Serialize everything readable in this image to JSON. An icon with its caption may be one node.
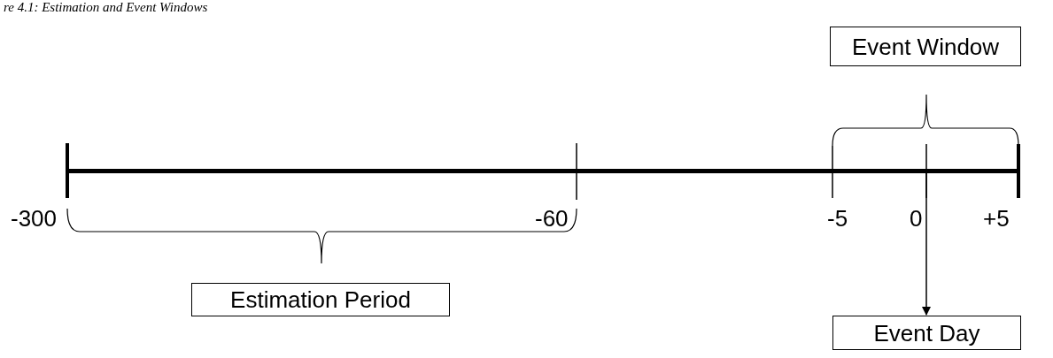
{
  "diagram": {
    "title": "re 4.1: Estimation and Event Windows",
    "nodes": [
      {
        "text": [
          "Event Window"
        ]
      },
      {
        "text": [
          "Estimation Period"
        ]
      },
      {
        "text": [
          "Event Day"
        ]
      },
      {
        "text": [],
        "shape": "bar"
      }
    ],
    "edges": [
      {
        "from": 3,
        "to": 2,
        "arrow": "to"
      }
    ],
    "labels": [
      "-300",
      "-60",
      "-5",
      "0",
      "+5"
    ]
  }
}
